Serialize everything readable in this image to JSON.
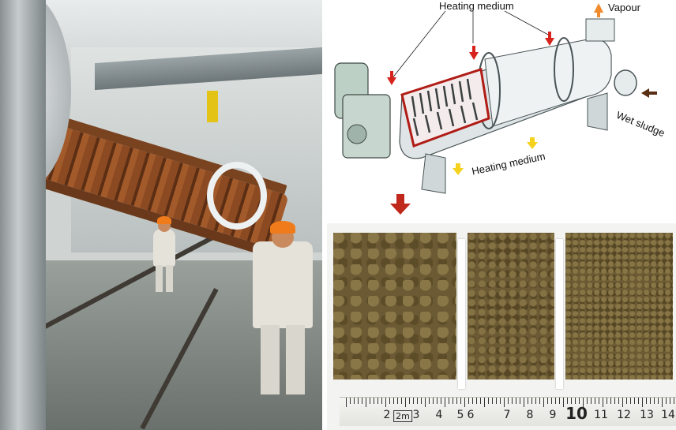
{
  "diagram": {
    "label_heating_top": "Heating medium",
    "label_vapour": "Vapour",
    "label_wet_sludge": "Wet sludge",
    "label_heating_bottom": "Heating medium"
  },
  "ruler": {
    "numbers": [
      "2",
      "3",
      "4",
      "5",
      "6",
      "7",
      "8",
      "9",
      "10",
      "11",
      "12",
      "13",
      "14"
    ],
    "marking": "2m"
  },
  "colors": {
    "heating_in_arrow": "#d6241c",
    "heating_out_arrow": "#f5d21d",
    "vapour_arrow": "#f08a2a",
    "wet_sludge_arrow": "#5a2e12",
    "dried_output_arrow": "#c0281c"
  }
}
